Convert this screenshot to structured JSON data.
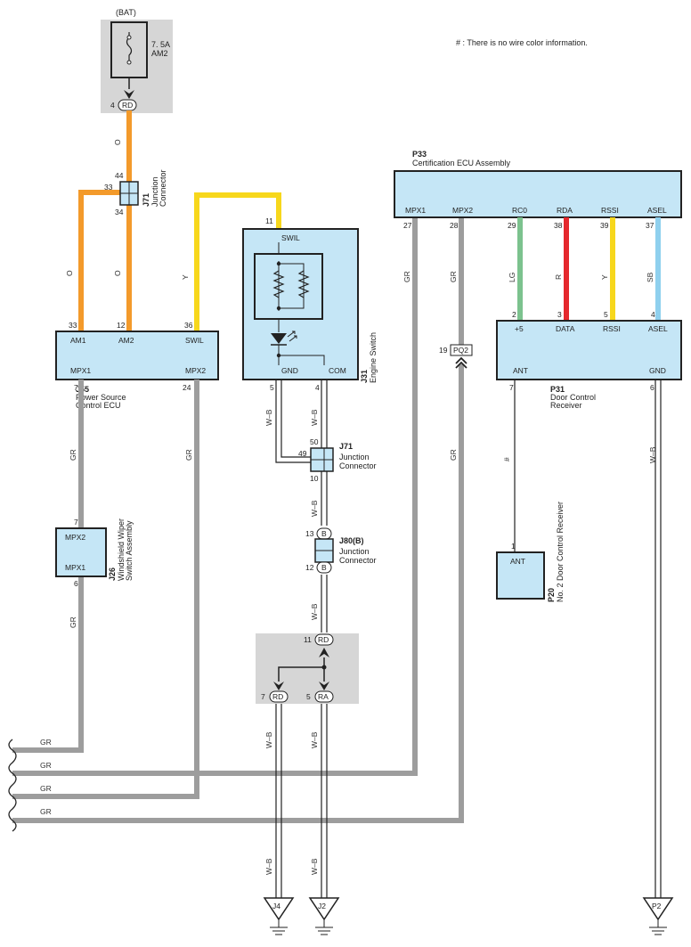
{
  "note": "# : There is no wire color information.",
  "battery": {
    "label": "(BAT)",
    "fuse_rating": "7. 5A",
    "fuse_name": "AM2"
  },
  "colors": {
    "orange": "#f39a2b",
    "yellow": "#f7d71c",
    "gray": "#9d9d9d",
    "green": "#7cc28e",
    "red": "#e5282d",
    "skyblue": "#8fd0ee",
    "box_fill": "#c5e6f6",
    "gray_area": "#d6d6d6"
  },
  "wire_codes": {
    "O": "O",
    "Y": "Y",
    "GR": "GR",
    "WB": "W–B",
    "LG": "LG",
    "R": "R",
    "SB": "SB",
    "hash": "#"
  },
  "connector_codes": {
    "RD": "RD",
    "RA": "RA",
    "B": "B",
    "PQ2": "PQ2"
  },
  "components": {
    "J71_top": {
      "code": "J71",
      "line1": "Junction",
      "line2": "Connector"
    },
    "J55": {
      "code": "J55",
      "line1": "Power Source",
      "line2": "Control ECU",
      "pins": {
        "am1": "AM1",
        "am2": "AM2",
        "swil": "SWIL",
        "mpx1": "MPX1",
        "mpx2": "MPX2"
      }
    },
    "J31": {
      "code": "J31",
      "name": "Engine Switch",
      "pins": {
        "swil": "SWIL",
        "gnd": "GND",
        "com": "COM"
      }
    },
    "J71_mid": {
      "code": "J71",
      "line1": "Junction",
      "line2": "Connector"
    },
    "J80": {
      "code": "J80(B)",
      "line1": "Junction",
      "line2": "Connector"
    },
    "J26": {
      "code": "J26",
      "line1": "Windshield Wiper",
      "line2": "Switch Assembly",
      "pins": {
        "mpx2": "MPX2",
        "mpx1": "MPX1"
      }
    },
    "P33": {
      "code": "P33",
      "name": "Certification ECU Assembly",
      "pins": [
        "MPX1",
        "MPX2",
        "RC0",
        "RDA",
        "RSSI",
        "ASEL"
      ]
    },
    "P31": {
      "code": "P31",
      "line1": "Door Control",
      "line2": "Receiver",
      "pins": {
        "plus5": "+5",
        "data": "DATA",
        "rssi": "RSSI",
        "asel": "ASEL",
        "ant": "ANT",
        "gnd": "GND"
      }
    },
    "P20": {
      "code": "P20",
      "name": "No. 2 Door Control Receiver",
      "pin": "ANT"
    }
  },
  "pin_numbers": {
    "fuse_out": "4",
    "j71_33": "33",
    "j71_44": "44",
    "j71_34": "34",
    "j55_33": "33",
    "j55_12": "12",
    "j55_36": "36",
    "j55_7": "7",
    "j55_24": "24",
    "j31_11": "11",
    "j31_5": "5",
    "j31_4": "4",
    "j71m_50": "50",
    "j71m_49": "49",
    "j71m_10": "10",
    "j80_13": "13",
    "j80_12": "12",
    "j26_7": "7",
    "j26_6": "6",
    "jc_11": "11",
    "jc_7": "7",
    "jc_5": "5",
    "p33_27": "27",
    "p33_28": "28",
    "p33_29": "29",
    "p33_38": "38",
    "p33_39": "39",
    "p33_37": "37",
    "p31_2": "2",
    "p31_3": "3",
    "p31_5": "5",
    "p31_4": "4",
    "p31_7": "7",
    "p31_6": "6",
    "pq2_19": "19",
    "p20_1": "1"
  },
  "grounds": {
    "j4": "J4",
    "j2": "J2",
    "p2": "P2"
  }
}
